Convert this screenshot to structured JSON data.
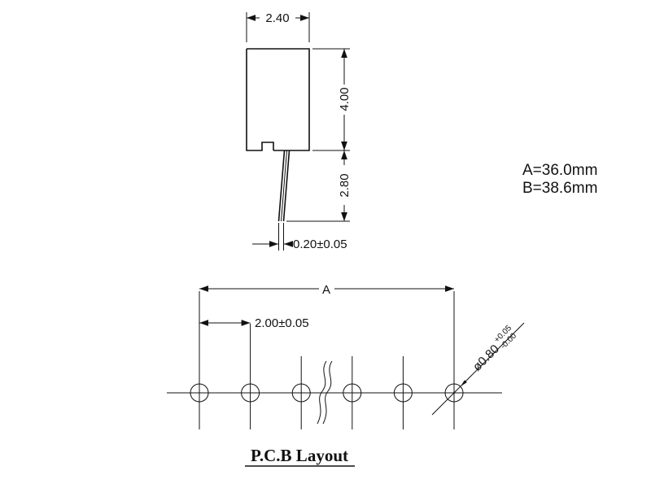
{
  "component_view": {
    "dim_width": "2.40",
    "dim_height": "4.00",
    "dim_pin_length": "2.80",
    "dim_pin_thickness": "0.20±0.05"
  },
  "notes": {
    "line_a": "A=36.0mm",
    "line_b": "B=38.6mm"
  },
  "pcb_layout": {
    "title": "P.C.B Layout",
    "dim_overall": "A",
    "dim_pitch": "2.00±0.05",
    "hole_diameter": "ø0.80",
    "hole_tol_upper": "+0.05",
    "hole_tol_lower": "-0.00"
  }
}
